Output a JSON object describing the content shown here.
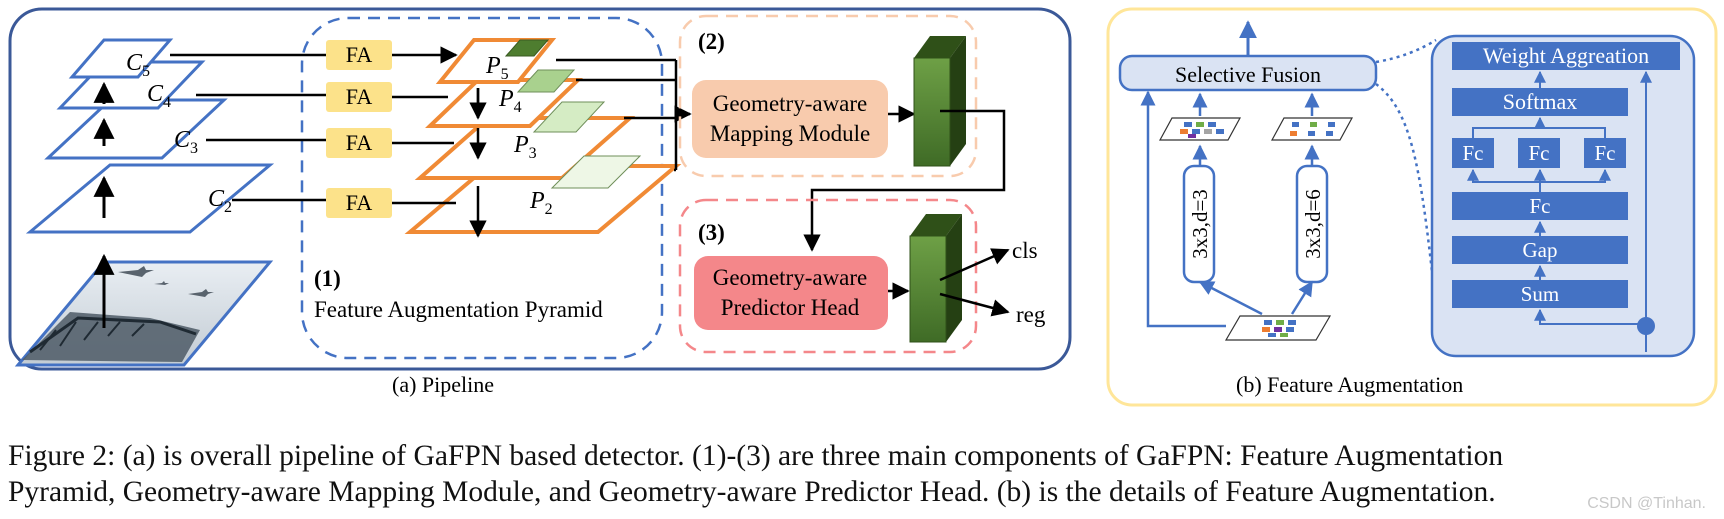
{
  "pipeline": {
    "subcaption": "(a)  Pipeline",
    "levels": {
      "c5": "C",
      "c4": "C",
      "c3": "C",
      "c2": "C",
      "c5_sub": "5",
      "c4_sub": "4",
      "c3_sub": "3",
      "c2_sub": "2",
      "p5": "P",
      "p4": "P",
      "p3": "P",
      "p2": "P",
      "p5_sub": "5",
      "p4_sub": "4",
      "p3_sub": "3",
      "p2_sub": "2"
    },
    "fa_label": "FA",
    "module1": {
      "number": "(1)",
      "title": "Feature Augmentation Pyramid"
    },
    "module2": {
      "number": "(2)",
      "line1": "Geometry-aware",
      "line2": "Mapping Module"
    },
    "module3": {
      "number": "(3)",
      "line1": "Geometry-aware",
      "line2": "Predictor Head"
    },
    "outputs": {
      "cls": "cls",
      "reg": "reg"
    }
  },
  "augmentation": {
    "subcaption": "(b)  Feature Augmentation",
    "selective_fusion": "Selective Fusion",
    "conv_d3": "3x3,d=3",
    "conv_d6": "3x3,d=6",
    "weight_aggregation": "Weight Aggreation",
    "softmax": "Softmax",
    "fc": "Fc",
    "gap": "Gap",
    "sum": "Sum"
  },
  "caption": {
    "line1": "Figure 2: (a) is overall pipeline of GaFPN based detector. (1)-(3) are three main components of GaFPN: Feature Augmentation",
    "line2": "Pyramid, Geometry-aware Mapping Module, and Geometry-aware Predictor Head. (b) is the details of Feature Augmentation."
  },
  "watermark": "CSDN @Tinhan.",
  "colors": {
    "blue": "#4472c4",
    "orange": "#f08a35",
    "fa": "#fce28a",
    "mapping": "#f8cbad",
    "predictor": "#f4878a",
    "green": "#4e7d2f",
    "panel_b": "#dae3f3",
    "yellow_border": "#ffe699"
  }
}
